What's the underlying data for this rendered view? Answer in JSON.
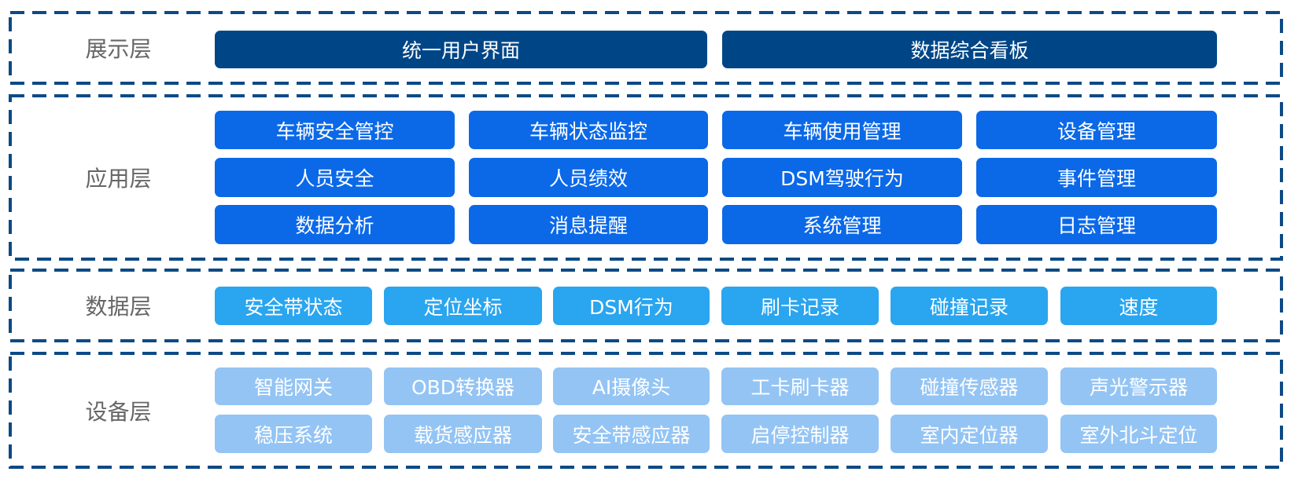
{
  "layers": {
    "presentation": {
      "label": "展示层",
      "items": [
        "统一用户界面",
        "数据综合看板"
      ]
    },
    "application": {
      "label": "应用层",
      "items": [
        "车辆安全管控",
        "车辆状态监控",
        "车辆使用管理",
        "设备管理",
        "人员安全",
        "人员绩效",
        "DSM驾驶行为",
        "事件管理",
        "数据分析",
        "消息提醒",
        "系统管理",
        "日志管理"
      ]
    },
    "data": {
      "label": "数据层",
      "items": [
        "安全带状态",
        "定位坐标",
        "DSM行为",
        "刷卡记录",
        "碰撞记录",
        "速度"
      ]
    },
    "device": {
      "label": "设备层",
      "items": [
        "智能网关",
        "OBD转换器",
        "AI摄像头",
        "工卡刷卡器",
        "碰撞传感器",
        "声光警示器",
        "稳压系统",
        "载货感应器",
        "安全带感应器",
        "启停控制器",
        "室内定位器",
        "室外北斗定位"
      ]
    }
  },
  "colors": {
    "border": "#0d4a85",
    "presentation": "#004687",
    "application": "#0b69e8",
    "data": "#2aa5ef",
    "device": "#93c4f4"
  }
}
